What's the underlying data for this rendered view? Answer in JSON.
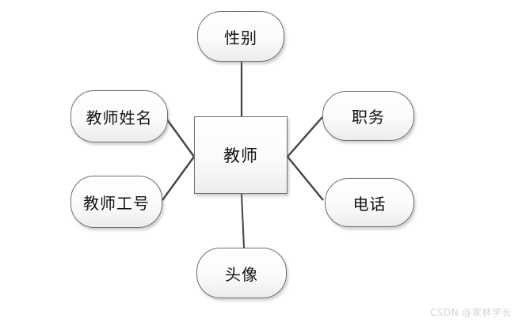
{
  "diagram": {
    "type": "entity-attribute-diagram",
    "entity": {
      "label": "教师"
    },
    "attributes": [
      {
        "id": "gender",
        "label": "性别",
        "side": "top"
      },
      {
        "id": "teacher-name",
        "label": "教师姓名",
        "side": "left-upper"
      },
      {
        "id": "teacher-id",
        "label": "教师工号",
        "side": "left-lower"
      },
      {
        "id": "position",
        "label": "职务",
        "side": "right-upper"
      },
      {
        "id": "phone",
        "label": "电话",
        "side": "right-lower"
      },
      {
        "id": "avatar",
        "label": "头像",
        "side": "bottom"
      }
    ]
  },
  "watermark": {
    "text": "CSDN @家林学长"
  },
  "colors": {
    "background": "#ffffff",
    "node_border": "#707070",
    "node_fill_top": "#ffffff",
    "node_fill_bottom": "#ececec",
    "connector": "#444444",
    "text": "#141414",
    "watermark_text": "#d5d5d5"
  }
}
